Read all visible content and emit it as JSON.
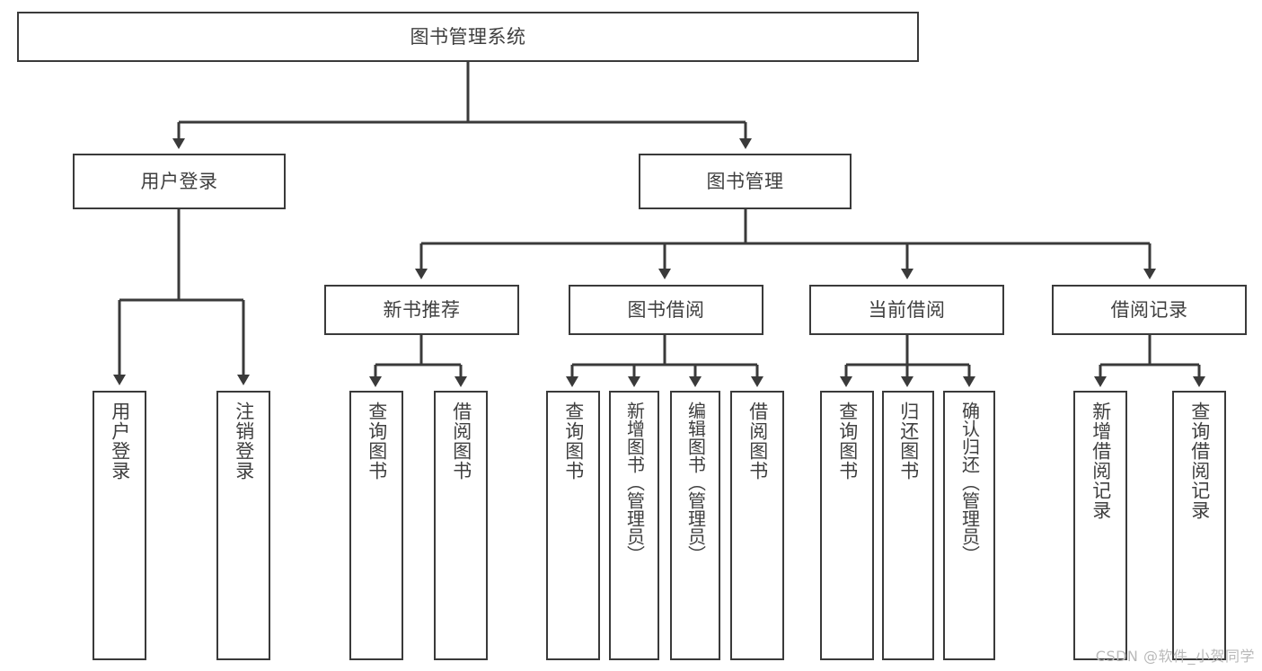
{
  "diagram": {
    "type": "tree-hierarchy",
    "title": "图书管理系统",
    "watermark": "CSDN @软件_小贺同学",
    "colors": {
      "box_stroke": "#3a3a3a",
      "box_fill": "#ffffff",
      "text": "#3f3f3f",
      "connector": "#3a3a3a",
      "watermark": "#b9b9b9"
    },
    "nodes": {
      "root": {
        "label": "图书管理系统",
        "level": 1,
        "orientation": "horizontal"
      },
      "user_login": {
        "label": "用户登录",
        "level": 2,
        "orientation": "horizontal"
      },
      "book_manage": {
        "label": "图书管理",
        "level": 2,
        "orientation": "horizontal"
      },
      "new_book_rec": {
        "label": "新书推荐",
        "level": 3,
        "orientation": "horizontal"
      },
      "book_borrow": {
        "label": "图书借阅",
        "level": 3,
        "orientation": "horizontal"
      },
      "current_borrow": {
        "label": "当前借阅",
        "level": 3,
        "orientation": "horizontal"
      },
      "borrow_record": {
        "label": "借阅记录",
        "level": 3,
        "orientation": "horizontal"
      },
      "leaf_user_login": {
        "label": "用户登录",
        "level": 4,
        "orientation": "vertical"
      },
      "leaf_logout": {
        "label": "注销登录",
        "level": 4,
        "orientation": "vertical"
      },
      "leaf_query_book_1": {
        "label": "查询图书",
        "level": 4,
        "orientation": "vertical"
      },
      "leaf_borrow_book_1": {
        "label": "借阅图书",
        "level": 4,
        "orientation": "vertical"
      },
      "leaf_query_book_2": {
        "label": "查询图书",
        "level": 4,
        "orientation": "vertical"
      },
      "leaf_add_book": {
        "label": "新增图书（管理员）",
        "level": 4,
        "orientation": "vertical"
      },
      "leaf_edit_book": {
        "label": "编辑图书（管理员）",
        "level": 4,
        "orientation": "vertical"
      },
      "leaf_borrow_book_2": {
        "label": "借阅图书",
        "level": 4,
        "orientation": "vertical"
      },
      "leaf_query_book_3": {
        "label": "查询图书",
        "level": 4,
        "orientation": "vertical"
      },
      "leaf_return_book": {
        "label": "归还图书",
        "level": 4,
        "orientation": "vertical"
      },
      "leaf_confirm_return": {
        "label": "确认归还（管理员）",
        "level": 4,
        "orientation": "vertical"
      },
      "leaf_add_record": {
        "label": "新增借阅记录",
        "level": 4,
        "orientation": "vertical"
      },
      "leaf_query_record": {
        "label": "查询借阅记录",
        "level": 4,
        "orientation": "vertical"
      }
    },
    "edges": [
      {
        "from": "root",
        "to": "user_login"
      },
      {
        "from": "root",
        "to": "book_manage"
      },
      {
        "from": "user_login",
        "to": "leaf_user_login"
      },
      {
        "from": "user_login",
        "to": "leaf_logout"
      },
      {
        "from": "book_manage",
        "to": "new_book_rec"
      },
      {
        "from": "book_manage",
        "to": "book_borrow"
      },
      {
        "from": "book_manage",
        "to": "current_borrow"
      },
      {
        "from": "book_manage",
        "to": "borrow_record"
      },
      {
        "from": "new_book_rec",
        "to": "leaf_query_book_1"
      },
      {
        "from": "new_book_rec",
        "to": "leaf_borrow_book_1"
      },
      {
        "from": "book_borrow",
        "to": "leaf_query_book_2"
      },
      {
        "from": "book_borrow",
        "to": "leaf_add_book"
      },
      {
        "from": "book_borrow",
        "to": "leaf_edit_book"
      },
      {
        "from": "book_borrow",
        "to": "leaf_borrow_book_2"
      },
      {
        "from": "current_borrow",
        "to": "leaf_query_book_3"
      },
      {
        "from": "current_borrow",
        "to": "leaf_return_book"
      },
      {
        "from": "current_borrow",
        "to": "leaf_confirm_return"
      },
      {
        "from": "borrow_record",
        "to": "leaf_add_record"
      },
      {
        "from": "borrow_record",
        "to": "leaf_query_record"
      }
    ]
  }
}
